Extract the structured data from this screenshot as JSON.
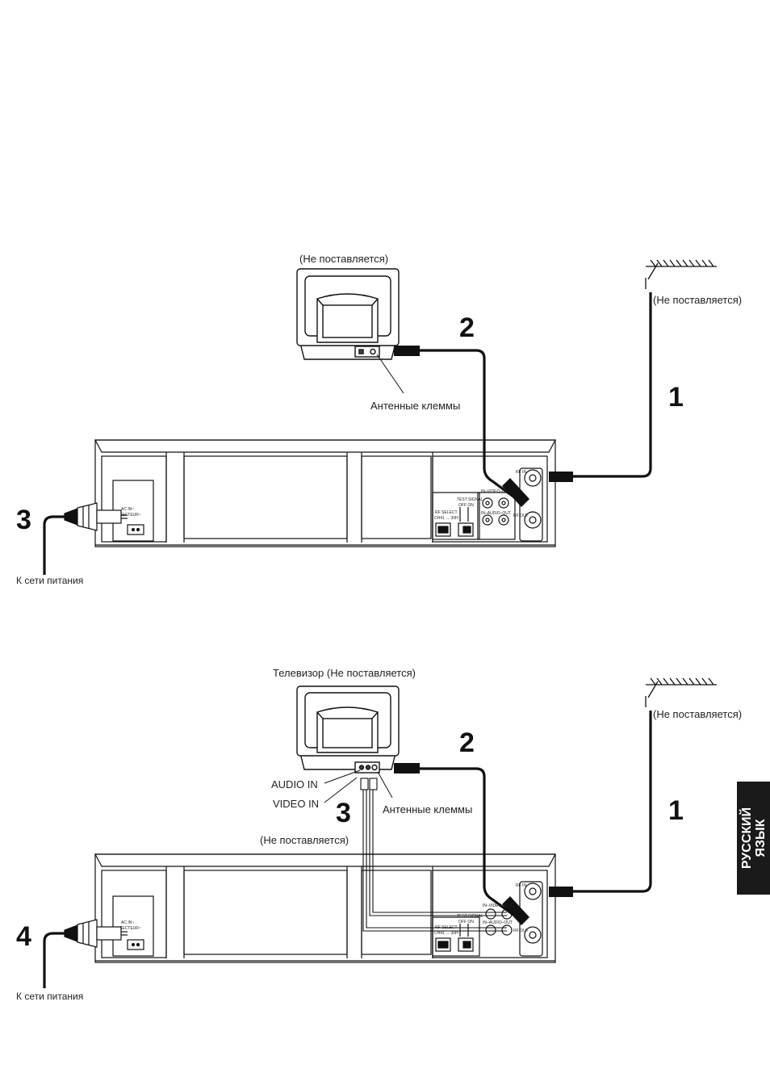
{
  "side_tab": {
    "line1": "РУССКИЙ",
    "line2": "ЯЗЫК"
  },
  "diagram1": {
    "tv_label": "(Не поставляется)",
    "antenna_label": "(Не поставляется)",
    "antenna_terminals_label": "Антенные клеммы",
    "mains_label": "К сети питания",
    "step_numbers": [
      "1",
      "2",
      "3"
    ]
  },
  "diagram2": {
    "tv_label": "Телевизор (Не поставляется)",
    "antenna_label": "(Не поставляется)",
    "antenna_terminals_label": "Антенные клеммы",
    "audio_in_label": "AUDIO IN",
    "video_in_label": "VIDEO IN",
    "cable_label": "(Не поставляется)",
    "mains_label": "К сети питания",
    "step_numbers": [
      "1",
      "2",
      "3",
      "4"
    ]
  },
  "panel_labels": {
    "ac_in": "AC IN~",
    "secteur": "SECTEUR~",
    "rf_in": "RF IN",
    "rf_out": "RF OUT",
    "in_video_out": "IN–VIDEO–OUT",
    "in_audio_out": "IN–AUDIO–OUT",
    "test_signal": "TEST SIGNAL",
    "off_on": "OFF  ON",
    "rf_select": "RF SELECT",
    "channels": "CH41 ↔ 30H"
  }
}
